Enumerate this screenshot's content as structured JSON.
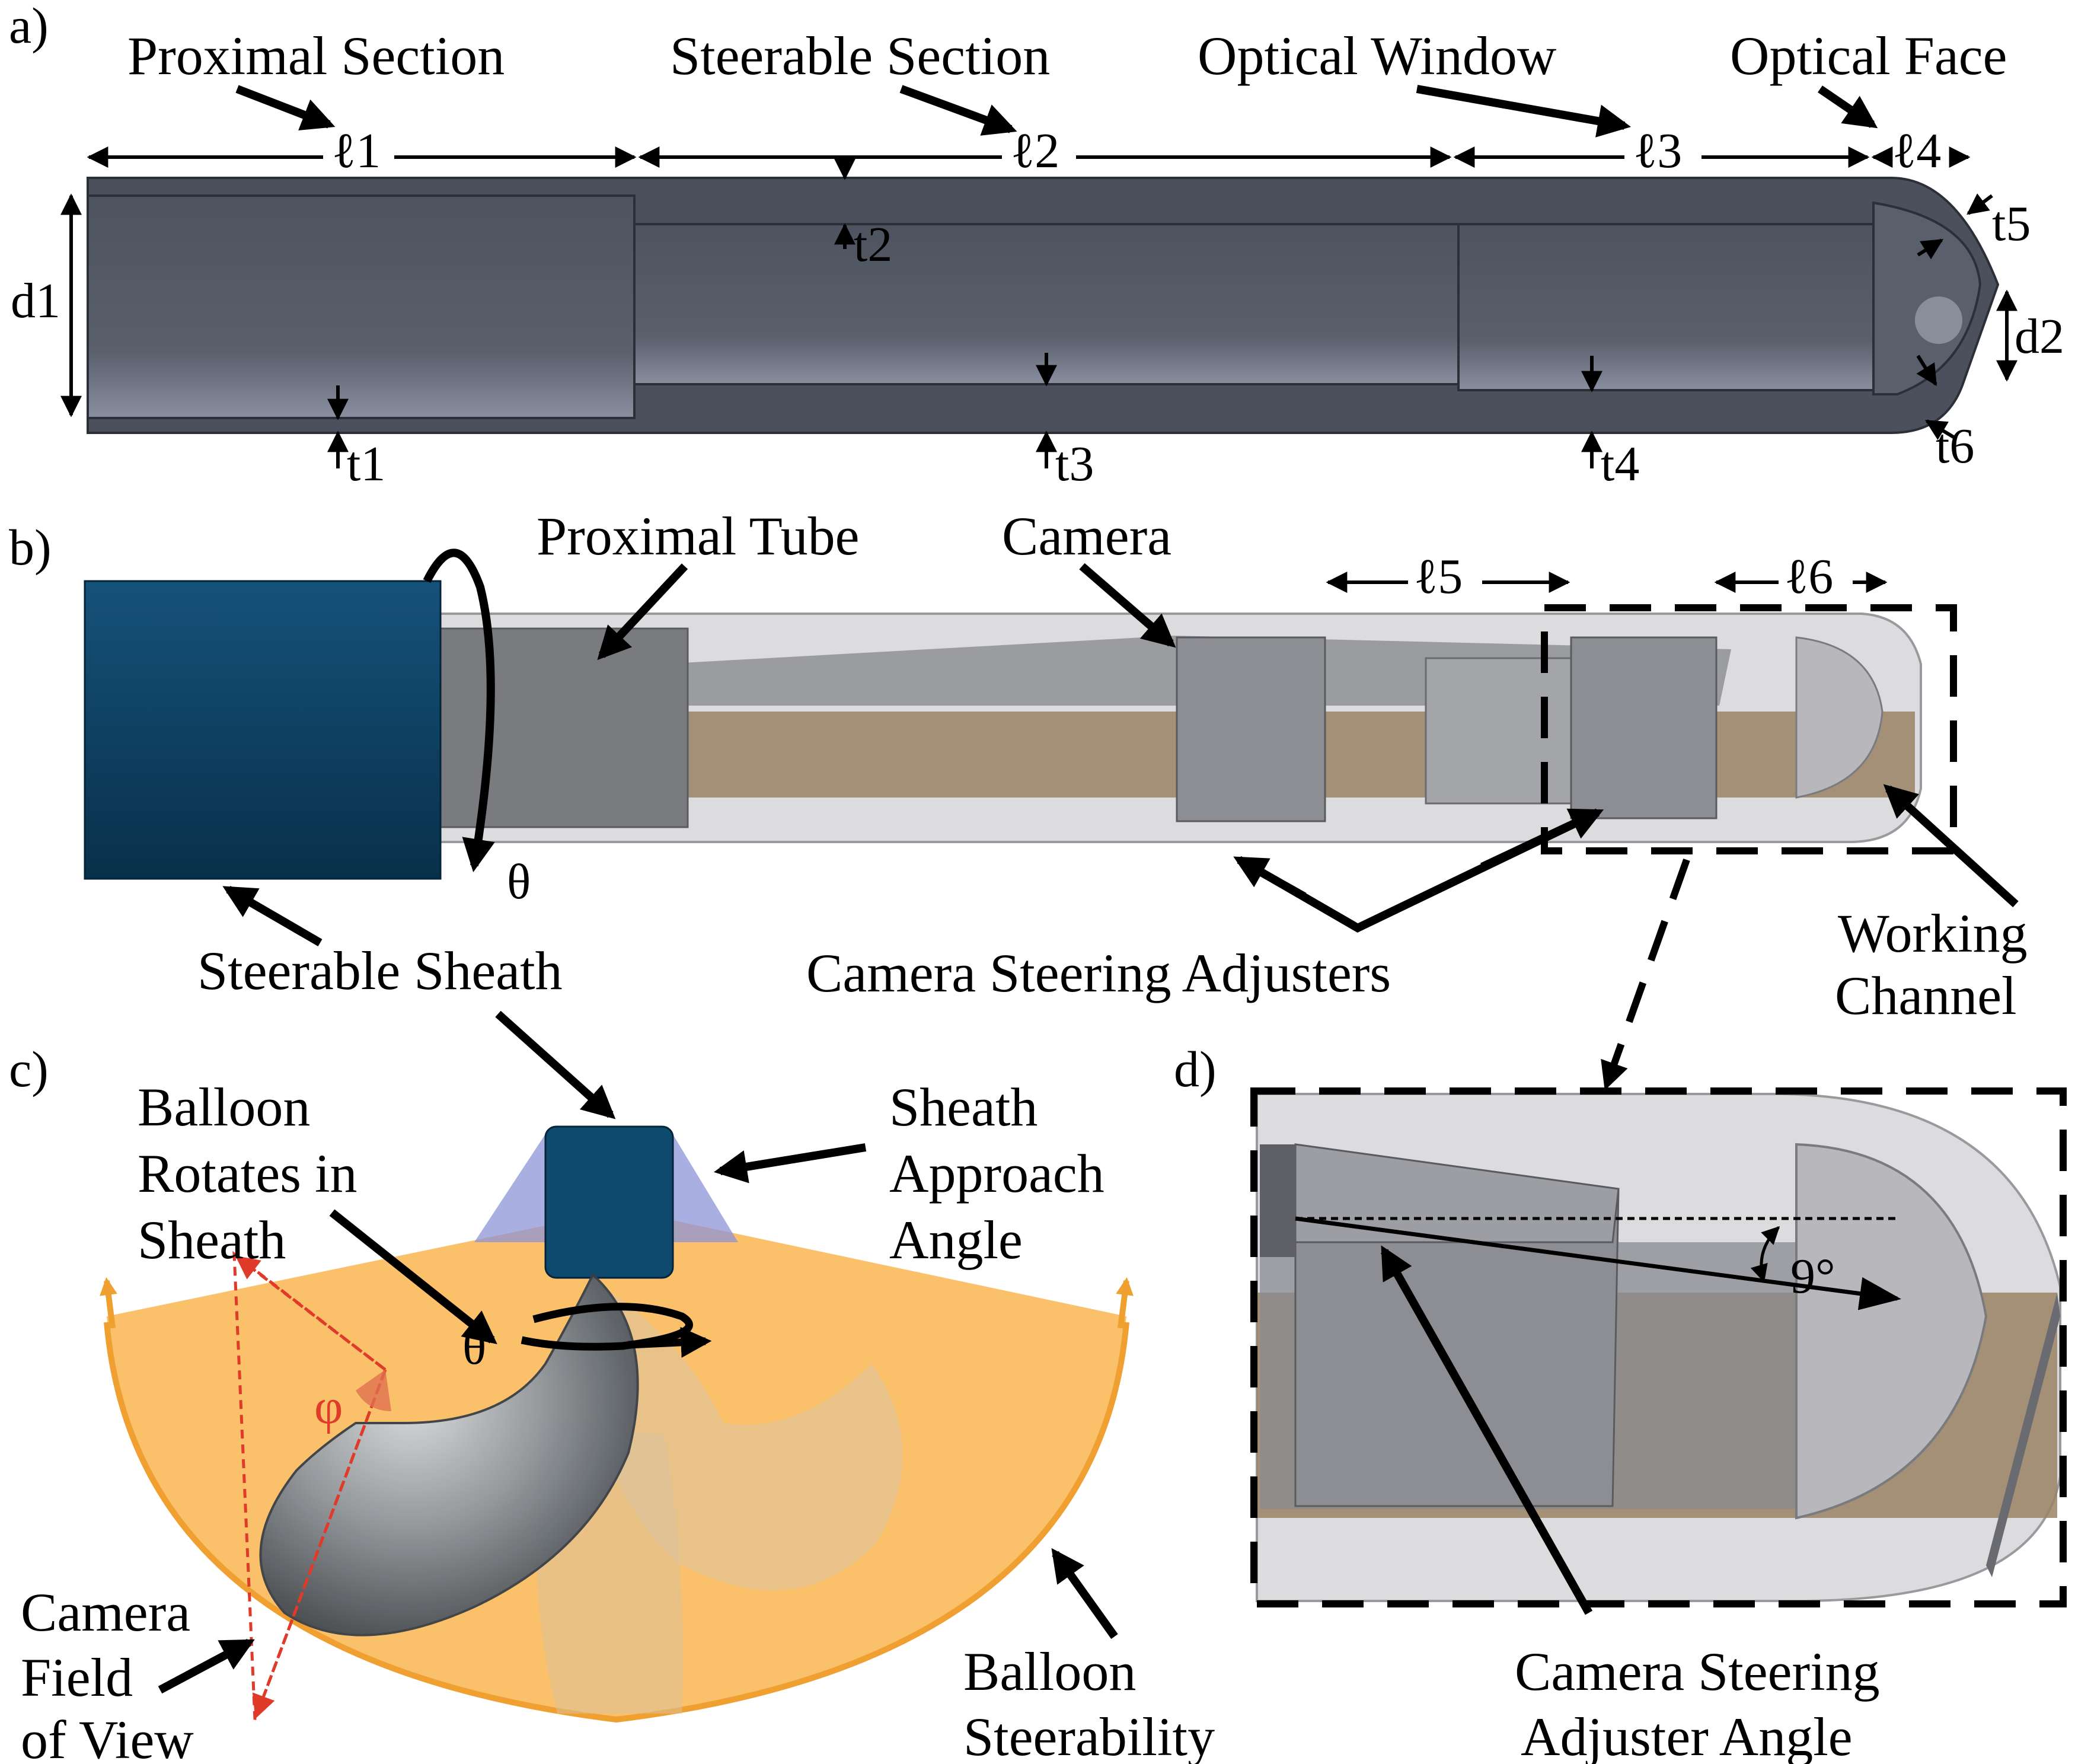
{
  "panels": {
    "a": {
      "tag": "a)",
      "labels": {
        "proximal_section": "Proximal Section",
        "steerable_section": "Steerable Section",
        "optical_window": "Optical Window",
        "optical_face": "Optical Face"
      },
      "dims": {
        "l1": "ℓ1",
        "l2": "ℓ2",
        "l3": "ℓ3",
        "l4": "ℓ4",
        "d1": "d1",
        "d2": "d2",
        "t1": "t1",
        "t2": "t2",
        "t3": "t3",
        "t4": "t4",
        "t5": "t5",
        "t6": "t6"
      }
    },
    "b": {
      "tag": "b)",
      "labels": {
        "proximal_tube": "Proximal Tube",
        "camera": "Camera",
        "steerable_sheath": "Steerable Sheath",
        "camera_steering_adjusters": "Camera Steering Adjusters",
        "working_channel_line1": "Working",
        "working_channel_line2": "Channel"
      },
      "dims": {
        "l5": "ℓ5",
        "l6": "ℓ6",
        "theta": "θ"
      }
    },
    "c": {
      "tag": "c)",
      "labels": {
        "balloon_rotates": [
          "Balloon",
          "Rotates in",
          "Sheath"
        ],
        "sheath_approach": [
          "Sheath",
          "Approach",
          "Angle"
        ],
        "camera_fov": [
          "Camera",
          "Field",
          "of View"
        ],
        "balloon_steerability": [
          "Balloon",
          "Steerability"
        ]
      },
      "symbols": {
        "theta": "θ",
        "phi": "φ"
      }
    },
    "d": {
      "tag": "d)",
      "angle": "9°",
      "label": [
        "Camera Steering",
        "Adjuster Angle"
      ]
    }
  },
  "colors": {
    "tube_dark": "#4b505c",
    "sheath_blue": "#0e3d5c",
    "balloon_orange": "#f9b95a",
    "working_channel_tan": "#9a8265",
    "fov_red": "#e03a2a",
    "sheath_cone_purple": "#8d94d8"
  }
}
